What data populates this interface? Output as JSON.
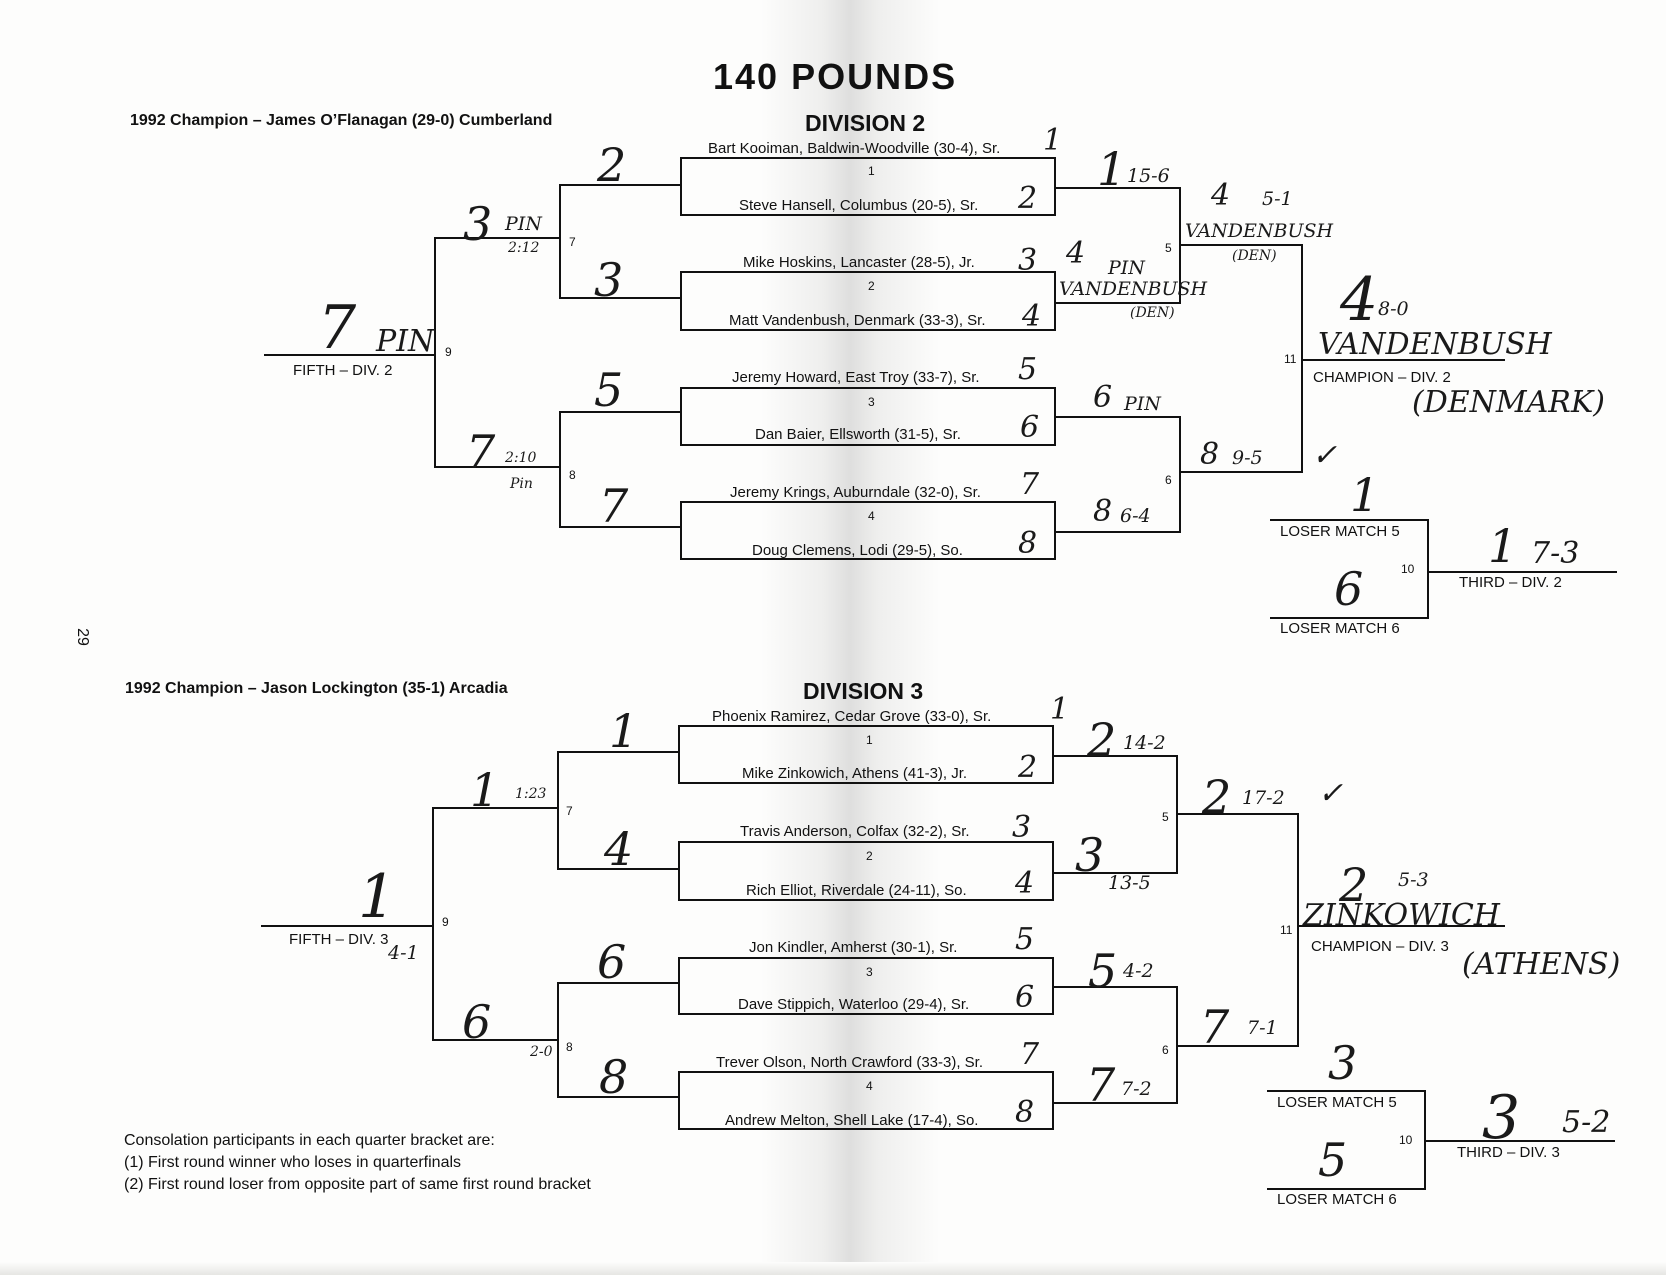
{
  "page": {
    "title": "140 POUNDS",
    "page_number": "29"
  },
  "div2": {
    "title": "DIVISION 2",
    "prev_champion": "1992 Champion – James O’Flanagan (29-0) Cumberland",
    "wrestlers": [
      "Bart Kooiman, Baldwin-Woodville (30-4), Sr.",
      "Steve Hansell, Columbus (20-5), Sr.",
      "Mike Hoskins, Lancaster (28-5), Jr.",
      "Matt Vandenbush, Denmark (33-3), Sr.",
      "Jeremy Howard, East Troy (33-7), Sr.",
      "Dan Baier, Ellsworth (31-5), Sr.",
      "Jeremy Krings, Auburndale (32-0), Sr.",
      "Doug Clemens, Lodi (29-5), So."
    ],
    "match_numbers": [
      "1",
      "2",
      "3",
      "4",
      "5",
      "6",
      "7",
      "8",
      "9",
      "10",
      "11"
    ],
    "labels": {
      "fifth": "FIFTH – DIV. 2",
      "champion": "CHAMPION – DIV. 2",
      "third": "THIRD – DIV. 2",
      "loser5": "LOSER MATCH 5",
      "loser6": "LOSER MATCH 6"
    },
    "handwritten": {
      "seeds": [
        "1",
        "2",
        "3",
        "4",
        "5",
        "6",
        "7",
        "8"
      ],
      "qf": [
        "2",
        "3",
        "5",
        "7"
      ],
      "sf_w1": "1",
      "sf_w1_score": "15-6",
      "sf_w2": "4",
      "sf_w2_note": "PIN",
      "sf_w2_name": "VANDENBUSH",
      "sf_w2_team": "(DEN)",
      "sf_w3": "6",
      "sf_w3_note": "PIN",
      "sf_w4": "8",
      "sf_w4_score": "6-4",
      "f_w1": "4",
      "f_w1_score": "5-1",
      "f_w1_name": "VANDENBUSH",
      "f_w1_team": "(DEN)",
      "f_w2": "8",
      "f_w2_score": "9-5",
      "champ": "4",
      "champ_score": "8-0",
      "champ_name": "VANDENBUSH",
      "champ_team": "(DENMARK)",
      "cons_top": "3",
      "cons_top_note": "PIN",
      "cons_top_time": "2:12",
      "cons_bot": "7",
      "cons_bot_time": "2:10",
      "cons_bot_note": "Pin",
      "fifth": "7",
      "fifth_note": "PIN",
      "loser5": "1",
      "loser6": "6",
      "third": "1",
      "third_score": "7-3",
      "check": "✓"
    }
  },
  "div3": {
    "title": "DIVISION 3",
    "prev_champion": "1992 Champion – Jason Lockington (35-1) Arcadia",
    "wrestlers": [
      "Phoenix Ramirez, Cedar Grove (33-0), Sr.",
      "Mike Zinkowich, Athens (41-3), Jr.",
      "Travis Anderson, Colfax (32-2), Sr.",
      "Rich Elliot, Riverdale (24-11), So.",
      "Jon Kindler, Amherst (30-1), Sr.",
      "Dave Stippich, Waterloo (29-4), Sr.",
      "Trever Olson, North Crawford (33-3), Sr.",
      "Andrew Melton, Shell Lake (17-4), So."
    ],
    "match_numbers": [
      "1",
      "2",
      "3",
      "4",
      "5",
      "6",
      "7",
      "8",
      "9",
      "10",
      "11"
    ],
    "labels": {
      "fifth": "FIFTH – DIV. 3",
      "champion": "CHAMPION – DIV. 3",
      "third": "THIRD – DIV. 3",
      "loser5": "LOSER MATCH 5",
      "loser6": "LOSER MATCH 6"
    },
    "handwritten": {
      "seeds": [
        "1",
        "2",
        "3",
        "4",
        "5",
        "6",
        "7",
        "8"
      ],
      "qf": [
        "1",
        "4",
        "6",
        "8"
      ],
      "sf_w1": "2",
      "sf_w1_score": "14-2",
      "sf_w2": "3",
      "sf_w2_score": "13-5",
      "sf_w3": "5",
      "sf_w3_score": "4-2",
      "sf_w4": "7",
      "sf_w4_score": "7-2",
      "f_w1": "2",
      "f_w1_score": "17-2",
      "f_w2": "7",
      "f_w2_score": "7-1",
      "champ": "2",
      "champ_score": "5-3",
      "champ_name": "ZINKOWICH",
      "champ_team": "(ATHENS)",
      "cons_top": "1",
      "cons_top_note": "1:23",
      "cons_bot": "6",
      "cons_bot_note": "2-0",
      "fifth": "1",
      "fifth_note": "4-1",
      "loser5": "3",
      "loser6": "5",
      "third": "3",
      "third_score": "5-2",
      "check": "✓"
    }
  },
  "consolation_note": [
    "Consolation participants in each quarter bracket are:",
    "(1) First round winner who loses in quarterfinals",
    "(2) First round loser from opposite part of same first round bracket"
  ]
}
